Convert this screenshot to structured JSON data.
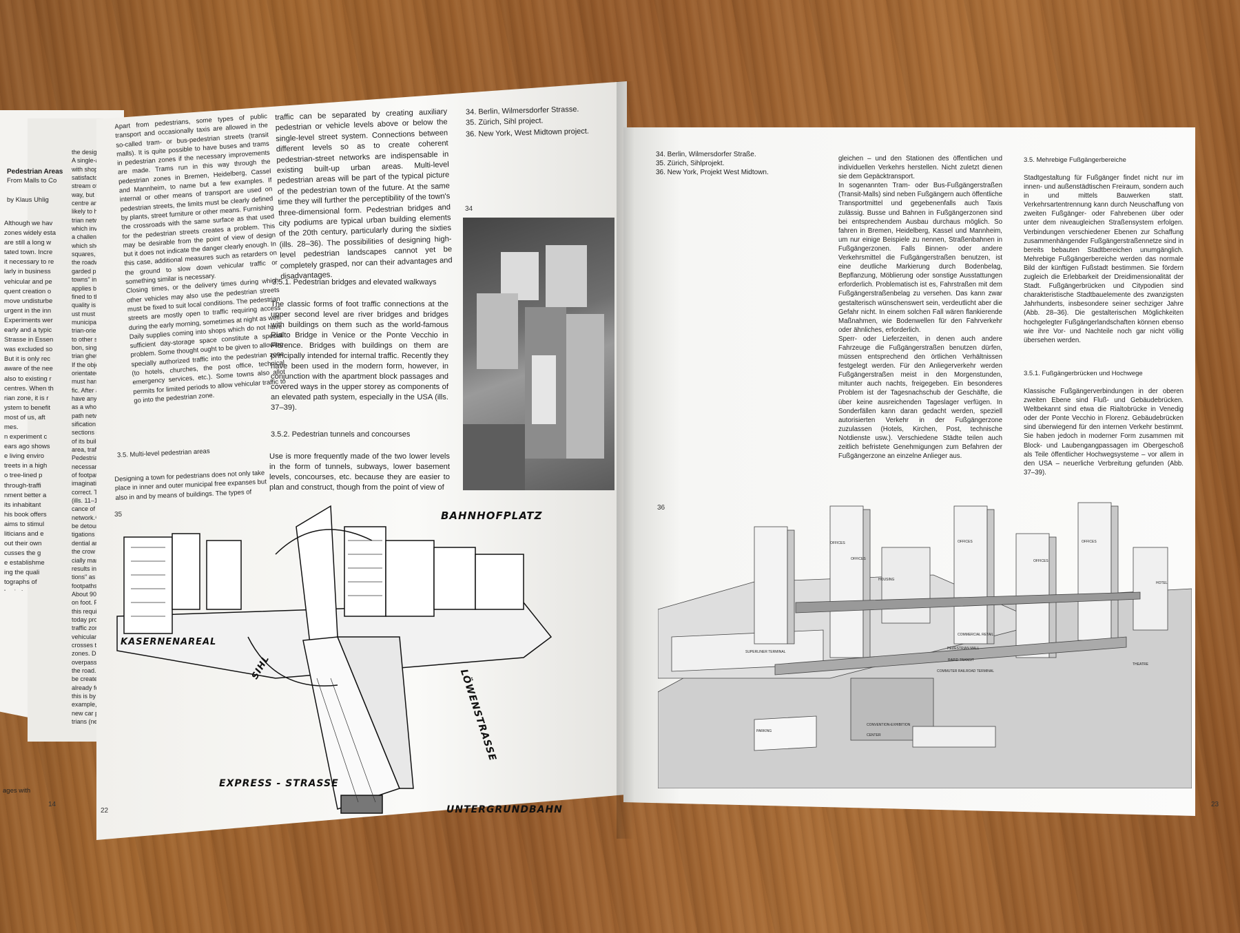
{
  "left_back_page": {
    "title": "Pedestrian Areas",
    "subtitle": "From Malls to Co",
    "author": "by Klaus Uhlig",
    "col1": "Although we hav\nzones widely esta\nare still a long w\ntated town. Incre\nit necessary to re\nlarly in business\nvehicular and pe\nquent creation o\nmove undisturbe\nurgent in the inn\nExperiments wer\nearly and a typic\nStrasse in Essen\nwas excluded so\nBut it is only rec\naware of the nee\nalso to existing r\ncentres. When th\nrian zone, it is r\nystem to benefit\nmost of us, aft\nmes.\nn experiment c\nears ago shows\ne living enviro\ntreets in a high\no tree-lined p\nthrough-traffi\nnment better a\nits inhabitant\nhis book offers\naims to stimul\nliticians and e\nout their own\ncusses the g\ne establishme\ning the quali\ntographs of\nles in towns",
    "col2": "the design i\nA single-axi\nwith shoppi\nsatisfactory\nstream of p\nway, but it w\ncentre any m\nlikely to hap\ntrian  netwo\nwhich invite\na challenge\nwhich shop\nsquares, sid\nthe roadway\ngarded prim\ntowns\" in th\napplies becau\nfined to the\nquality is of\nust must no\nmunicipal b\ntrian-orienta\nto other str\nbon, single-\ntrian ghetto\nIf the object\norientated t\nmust harmo\nfic. After all\nhave any m\nas a whole.\npath networ\nsification in\nsections de\nof its build\narea, traffic\nPedestrians\nnecessarily\nof footpath\nimagination\ncorrect. Th\n(ills. 11–13)\ncance of po\nnetwork.⁸ F\nbe detour s\ntigations ha\ndential area\nthe crow fli\ncially marke\nresults in th\ntions\" as a\nfootpaths a\nAbout 90%\non foot. Fre\nthis require\ntoday proce\ntraffic zone\nvehicular n\ncrosses the\nzones. Dep\noverpasses\nthe road. It\nbe created\nalready forn\nthis is by nc\nexample, ne\nnew car pa\ntrians (new\nfor instanc",
    "footer": "ages with",
    "page_number": "14"
  },
  "left_page": {
    "col1": "Apart from pedestrians, some types of public transport and occasionally taxis are allowed in the so-called tram- or bus-pedestrian streets (transit malls). It is quite possible to have buses and trams in pedestrian zones if the necessary improvements are made. Trams run in this way through the pedestrian zones in Bremen, Heidelberg, Cassel and Mannheim, to name but a few examples. If internal or other means of transport are used on pedestrian streets, the limits must be clearly defined by plants, street furniture or other means. Furnishing the crossroads with the same surface as that used for the pedestrian streets creates a problem. This may be desirable from the point of view of design but it does not indicate the danger clearly enough. In this case, additional measures such as retarders on the ground to slow down vehicular traffic or something similar is necessary.\nClosing times, or the delivery times during which other vehicles may also use the pedestrian streets must be fixed to suit local conditions. The pedestrian streets are mostly open to traffic requiring access during the early morning, sometimes at night as well. Daily supplies coming into shops which do not have sufficient day-storage space constitute a special problem. Some thought ought to be given to allowing specially authorized traffic into the pedestrian zone (to hotels, churches, the post office, technical emergency services, etc.). Some towns also allot permits for limited periods to allow vehicular traffic to go into the pedestrian zone.",
    "section_3_5": "3.5. Multi-level pedestrian areas",
    "col1b": "Designing a town for pedestrians does not only take place in inner and outer municipal free expanses but also in and by means of buildings. The types of",
    "col2": "traffic can be separated by creating auxiliary pedestrian or vehicle levels above or below the single-level street system. Connections between different levels so as to create coherent pedestrian-street networks are indispensable in existing built-up urban areas. Multi-level pedestrian areas will be part of the typical picture of the pedestrian town of the future. At the same time they will further the perceptibility of the town's three-dimensional form. Pedestrian bridges and city podiums are typical urban building elements of the 20th century, particularly during the sixties (ills. 28–36). The possibilities of designing high-level pedestrian landscapes cannot yet be completely grasped, nor can their advantages and disadvantages.",
    "section_3_5_1": "3.5.1. Pedestrian bridges and elevated walkways",
    "col2b": "The classic forms of foot traffic connections at the upper second level are river bridges and bridges with buildings on them such as the world-famous Rialto Bridge in Venice or the Ponte Vecchio in Florence. Bridges with buildings on them are principally intended for internal traffic. Recently they have been used in the modern form, however, in conjunction with the apartment block passages and covered ways in the upper storey as components of an elevated path system, especially in the USA (ills. 37–39).",
    "section_3_5_2": "3.5.2. Pedestrian tunnels and concourses",
    "col2c": "Use is more frequently made of the two lower levels in the form of tunnels, subways, lower basement levels, concourses, etc. because they are easier to plan and construct, though from the point of view of",
    "captions": [
      "34. Berlin, Wilmersdorfer Strasse.",
      "35. Zürich, Sihl project.",
      "36. New York, West Midtown project."
    ],
    "photo_number": "34",
    "drawing_number": "35",
    "drawing_labels": {
      "bahnhofplatz": "BAHNHOFPLATZ",
      "kasernenareal": "KASERNENAREAL",
      "sihl": "SIHL",
      "loewenstrasse": "LÖWENSTRASSE",
      "express": "EXPRESS - STRASSE",
      "untergrund": "UNTERGRUNDBAHN"
    },
    "page_number": "22"
  },
  "right_page": {
    "captions": [
      "34. Berlin, Wilmersdorfer Straße.",
      "35. Zürich, Sihlprojekt.",
      "36. New York, Projekt West Midtown."
    ],
    "col1": "gleichen – und den Stationen des öffentlichen und individuellen Verkehrs herstellen. Nicht zuletzt dienen sie dem Gepäcktransport.\nIn sogenannten Tram- oder Bus-Fußgängerstraßen (Transit-Malls) sind neben Fußgängern auch öffentliche Transportmittel und gegebenenfalls auch Taxis zulässig. Busse und Bahnen in Fußgängerzonen sind bei entsprechendem Ausbau durchaus möglich. So fahren in Bremen, Heidelberg, Kassel und Mannheim, um nur einige Beispiele zu nennen, Straßenbahnen in Fußgängerzonen. Falls Binnen- oder andere Verkehrsmittel die Fußgängerstraßen benutzen, ist eine deutliche Markierung durch Bodenbelag, Bepflanzung, Möblierung oder sonstige Ausstattungen erforderlich. Problematisch ist es, Fahrstraßen mit dem Fußgängerstraßenbelag zu versehen. Das kann zwar gestalterisch wünschenswert sein, verdeutlicht aber die Gefahr nicht. In einem solchen Fall wären flankierende Maßnahmen, wie Bodenwellen für den Fahrverkehr oder ähnliches, erforderlich.\nSperr- oder Lieferzeiten, in denen auch andere Fahrzeuge die Fußgängerstraßen benutzen dürfen, müssen entsprechend den örtlichen Verhältnissen festgelegt werden. Für den Anliegerverkehr werden Fußgängerstraßen meist in den Morgenstunden, mitunter auch nachts, freigegeben. Ein besonderes Problem ist der Tagesnachschub der Geschäfte, die über keine ausreichenden Tageslager verfügen. In Sonderfällen kann daran gedacht werden, speziell autorisierten Verkehr in der Fußgängerzone zuzulassen (Hotels, Kirchen, Post, technische Notdienste usw.). Verschiedene Städte teilen auch zeitlich befristete Genehmigungen zum Befahren der Fußgängerzone an einzelne Anlieger aus.",
    "section_3_5": "3.5. Mehrebige Fußgängerbereiche",
    "col2": "Stadtgestaltung für Fußgänger findet nicht nur im innen- und außenstädtischen Freiraum, sondern auch in und mittels Bauwerken statt. Verkehrsartentrennung kann durch Neuschaffung von zweiten Fußgänger- oder Fahrebenen über oder unter dem niveaugleichen Straßensystem erfolgen. Verbindungen verschiedener Ebenen zur Schaffung zusammenhängender Fußgängerstraßennetze sind in bereits bebauten Stadtbereichen unumgänglich. Mehrebige Fußgängerbereiche werden das normale Bild der künftigen Fußstadt bestimmen. Sie fördern zugleich die Erlebbarkeit der Dreidimensionalität der Stadt. Fußgängerbrücken und Citypodien sind charakteristische Stadtbauelemente des zwanzigsten Jahrhunderts, insbesondere seiner sechziger Jahre (Abb. 28–36). Die gestalterischen Möglichkeiten hochgelegter Fußgängerlandschaften können ebenso wie ihre Vor- und Nachteile noch gar nicht völlig übersehen werden.",
    "section_3_5_1": "3.5.1. Fußgängerbrücken und Hochwege",
    "col2b": "Klassische Fußgängerverbindungen in der oberen zweiten Ebene sind Fluß- und Gebäudebrücken. Weltbekannt sind etwa die Rialtobrücke in Venedig oder der Ponte Vecchio in Florenz. Gebäudebrücken sind überwiegend für den internen Verkehr bestimmt. Sie haben jedoch in moderner Form zusammen mit Block- und Laubengangpassagen im Obergeschoß als Teile öffentlicher Hochwegsysteme – vor allem in den USA – neuerliche Verbreitung gefunden (Abb. 37–39).",
    "drawing_number": "36",
    "drawing_labels": {
      "offices": "OFFICES",
      "housing": "HOUSING",
      "hotel": "HOTEL",
      "commercial": "COMMERCIAL RETAIL",
      "pedestrian_mall": "PEDESTRIAN MALL",
      "rapid_transit": "RAPID TRANSIT",
      "commuter": "COMMUTER RAILROAD TERMINAL",
      "superliner": "SUPERLINER TERMINAL",
      "theatre": "THEATRE",
      "parking": "PARKING",
      "convention": "CONVENTION-EXHIBITION CENTER"
    },
    "page_number": "23"
  }
}
